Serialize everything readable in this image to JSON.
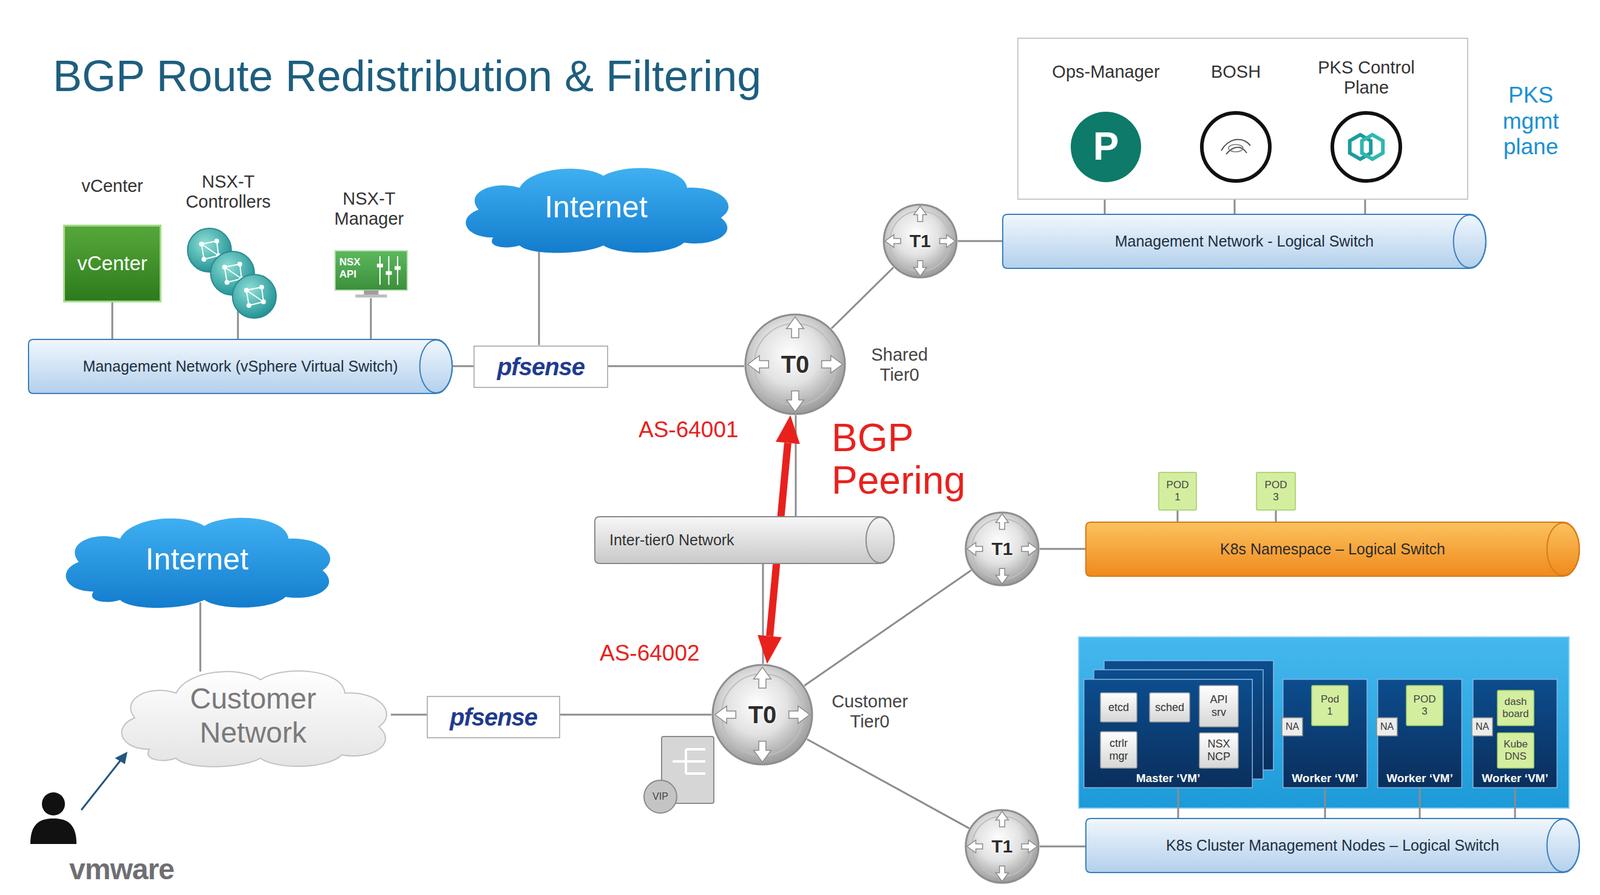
{
  "diagram": {
    "title": "BGP Route Redistribution & Filtering",
    "nodes": [
      {
        "text": [
          "PKS mgmt plane"
        ]
      },
      {
        "text": [
          "Ops-Manager",
          "P"
        ],
        "in": 0
      },
      {
        "text": [
          "BOSH"
        ],
        "in": 0
      },
      {
        "text": [
          "PKS Control Plane"
        ],
        "in": 0
      },
      {
        "text": [
          "vCenter",
          "vCenter"
        ]
      },
      {
        "text": [
          "NSX-T Controllers"
        ]
      },
      {
        "text": [
          "NSX-T Manager",
          "NSX API"
        ]
      },
      {
        "text": [
          "Internet"
        ]
      },
      {
        "text": [
          "T1"
        ]
      },
      {
        "text": [
          "Management Network - Logical Switch"
        ]
      },
      {
        "text": [
          "Management Network (vSphere Virtual Switch)"
        ]
      },
      {
        "text": [
          "pfsense"
        ]
      },
      {
        "text": [
          "T0",
          "Shared Tier0"
        ]
      },
      {
        "text": [
          "Inter-tier0 Network"
        ]
      },
      {
        "text": [
          "POD 1"
        ]
      },
      {
        "text": [
          "POD 3"
        ]
      },
      {
        "text": [
          "T1"
        ]
      },
      {
        "text": [
          "K8s Namespace – Logical Switch"
        ]
      },
      {
        "text": [
          "Internet"
        ]
      },
      {
        "text": [
          "Customer Network"
        ]
      },
      {
        "text": [
          "pfsense"
        ]
      },
      {
        "text": [
          "T0",
          "Customer Tier0"
        ]
      },
      {
        "text": [
          "VIP"
        ]
      },
      {
        "text": [
          "Master ‘VM’"
        ]
      },
      {
        "text": [
          "etcd"
        ],
        "in": 23
      },
      {
        "text": [
          "sched"
        ],
        "in": 23
      },
      {
        "text": [
          "API srv"
        ],
        "in": 23
      },
      {
        "text": [
          "ctrlr mgr"
        ],
        "in": 23
      },
      {
        "text": [
          "NSX NCP"
        ],
        "in": 23
      },
      {
        "text": [
          "Worker ‘VM’"
        ]
      },
      {
        "text": [
          "NA"
        ],
        "in": 29
      },
      {
        "text": [
          "Pod 1"
        ],
        "in": 29
      },
      {
        "text": [
          "Worker ‘VM’"
        ]
      },
      {
        "text": [
          "NA"
        ],
        "in": 32
      },
      {
        "text": [
          "POD 3"
        ],
        "in": 32
      },
      {
        "text": [
          "Worker ‘VM’"
        ]
      },
      {
        "text": [
          "NA"
        ],
        "in": 35
      },
      {
        "text": [
          "dash board"
        ],
        "in": 35
      },
      {
        "text": [
          "Kube DNS"
        ],
        "in": 35
      },
      {
        "text": [
          "T1"
        ]
      },
      {
        "text": [
          "K8s Cluster Management Nodes – Logical Switch"
        ]
      }
    ],
    "edges": [
      {
        "from": 4,
        "to": 10,
        "arrow": "none"
      },
      {
        "from": 5,
        "to": 10,
        "arrow": "none"
      },
      {
        "from": 6,
        "to": 10,
        "arrow": "none"
      },
      {
        "from": 10,
        "to": 11,
        "arrow": "none"
      },
      {
        "from": 7,
        "to": 11,
        "arrow": "none"
      },
      {
        "from": 11,
        "to": 12,
        "arrow": "none"
      },
      {
        "from": 12,
        "to": 8,
        "arrow": "none"
      },
      {
        "from": 8,
        "to": 9,
        "arrow": "none"
      },
      {
        "from": 1,
        "to": 9,
        "arrow": "none"
      },
      {
        "from": 2,
        "to": 9,
        "arrow": "none"
      },
      {
        "from": 3,
        "to": 9,
        "arrow": "none"
      },
      {
        "from": 12,
        "to": 13,
        "arrow": "none"
      },
      {
        "from": 13,
        "to": 21,
        "arrow": "none"
      },
      {
        "from": 12,
        "to": 21,
        "label": "BGP Peering",
        "arrow": "both"
      },
      {
        "from": 18,
        "to": 19,
        "arrow": "none"
      },
      {
        "from": 19,
        "to": 20,
        "arrow": "none"
      },
      {
        "from": 20,
        "to": 21,
        "arrow": "none"
      },
      {
        "from": 21,
        "to": 16,
        "arrow": "none"
      },
      {
        "from": 16,
        "to": 17,
        "arrow": "none"
      },
      {
        "from": 14,
        "to": 17,
        "arrow": "none"
      },
      {
        "from": 15,
        "to": 17,
        "arrow": "none"
      },
      {
        "from": 21,
        "to": 39,
        "arrow": "none"
      },
      {
        "from": 39,
        "to": 40,
        "arrow": "none"
      },
      {
        "from": 23,
        "to": 40,
        "arrow": "none"
      },
      {
        "from": 29,
        "to": 40,
        "arrow": "none"
      },
      {
        "from": 32,
        "to": 40,
        "arrow": "none"
      },
      {
        "from": 35,
        "to": 40,
        "arrow": "none"
      }
    ],
    "labels": [
      "AS-64001",
      "AS-64002",
      "vmware"
    ]
  }
}
